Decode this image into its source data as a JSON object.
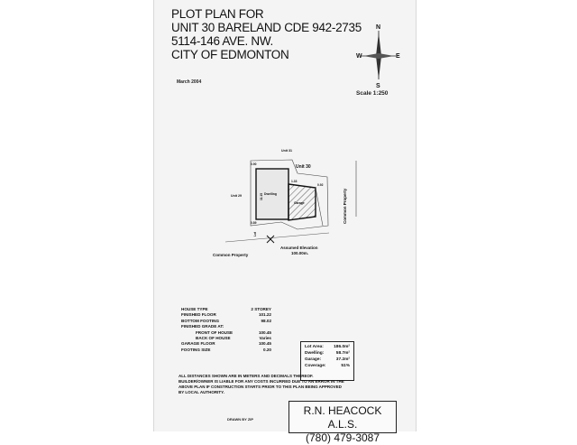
{
  "title": {
    "line1": "PLOT PLAN FOR",
    "line2": "UNIT 30 BARELAND CDE 942-2735",
    "line3": "5114-146 AVE. NW.",
    "line4": "CITY OF EDMONTON"
  },
  "date": "March 2004",
  "scale": "Scale 1:250",
  "compass": {
    "n": "N",
    "s": "S",
    "e": "E",
    "w": "W",
    "icon": "compass-rose-icon"
  },
  "plan": {
    "unit31": "Unit 31",
    "unit30": "Unit 30",
    "unit29": "Unit 29",
    "common_right": "Common Property",
    "common_bottom": "Common Property",
    "dwelling": "Dwelling",
    "garage": "Garage",
    "elevation_line1": "Assumed Elevation",
    "elevation_line2": "100.00m.",
    "dim_top_left": "0.90",
    "dim_left": "11.15",
    "dim_right": "0.92",
    "dim_bottom_left": "0.89",
    "dim_top": "1.33",
    "dim_lot": "Lot"
  },
  "specs": [
    {
      "label": "HOUSE TYPE",
      "value": "2 STOREY",
      "sub": false
    },
    {
      "label": "FINISHED FLOOR",
      "value": "101.22",
      "sub": false
    },
    {
      "label": "BOTTOM FOOTING",
      "value": "98.02",
      "sub": false
    },
    {
      "label": "FINISHED GRADE AT:",
      "value": "",
      "sub": false
    },
    {
      "label": "FRONT OF HOUSE",
      "value": "100.45",
      "sub": true
    },
    {
      "label": "BACK OF HOUSE",
      "value": "Varies",
      "sub": true
    },
    {
      "label": "GARAGE FLOOR",
      "value": "100.45",
      "sub": false
    },
    {
      "label": "FOOTING SIZE",
      "value": "0.20",
      "sub": false
    }
  ],
  "lot_stats": [
    {
      "label": "Lot Area:",
      "value": "186.0m²"
    },
    {
      "label": "Dwelling:",
      "value": "58.7m²"
    },
    {
      "label": "Garage:",
      "value": "37.2m²"
    },
    {
      "label": "Coverage:",
      "value": "51%"
    }
  ],
  "notes": [
    "ALL DISTANCES SHOWN ARE IN METERS AND DECIMALS THEREOF.",
    "BUILDER/OWNER IS LIABLE FOR ANY COSTS INCURRED DUE TO AN ERROR IN THE",
    "ABOVE PLAN IF CONSTRUCTION STARTS PRIOR TO THIS PLAN BEING APPROVED",
    "BY LOCAL AUTHORITY."
  ],
  "drawn_by": "DRAWN BY ZIP",
  "surveyor": {
    "name": "R.N. HEACOCK A.L.S.",
    "phone": "(780) 479-3087"
  }
}
